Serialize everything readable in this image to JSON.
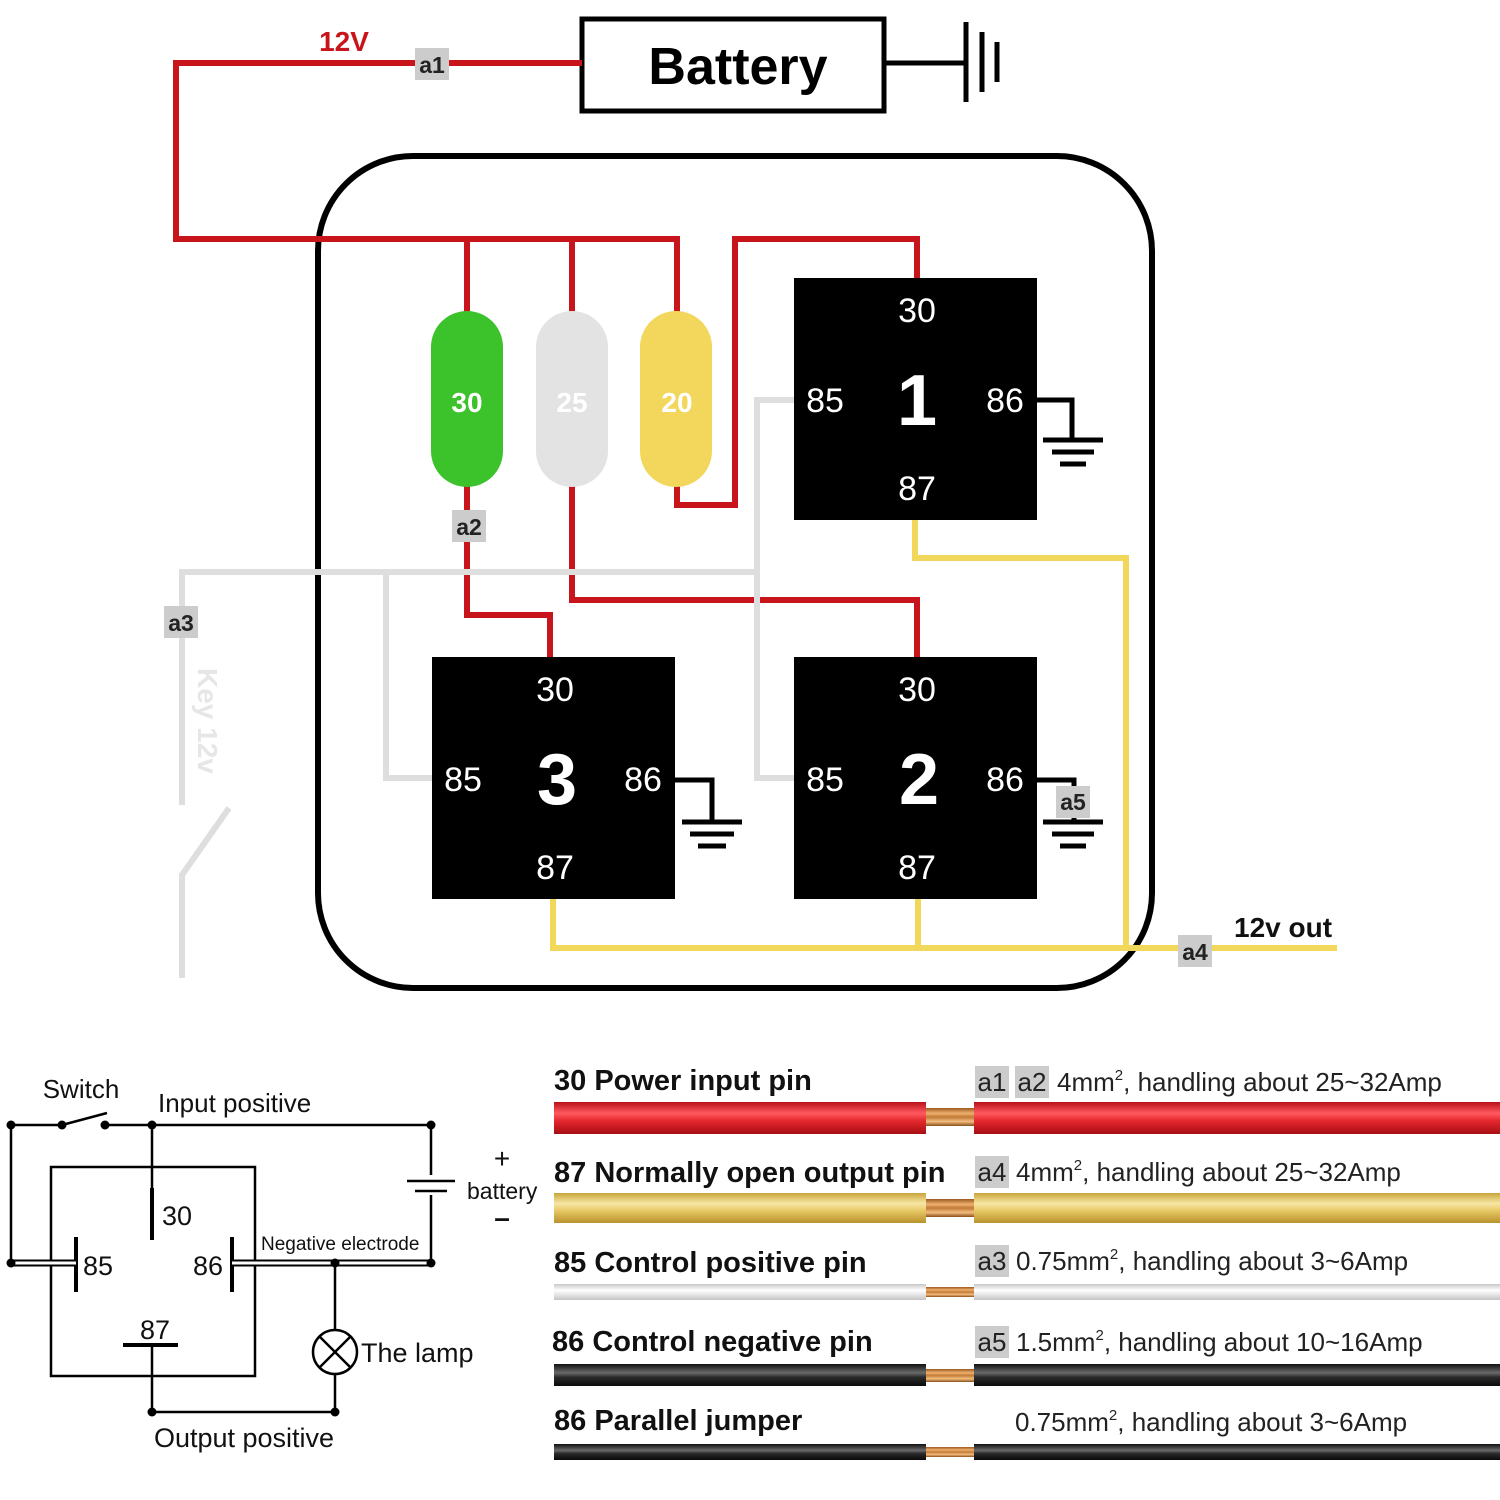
{
  "colors": {
    "power": "#c8141b",
    "output": "#f1d75a",
    "control": "#dedede",
    "negative": "#111111",
    "fuse_green": "#3cc22b",
    "fuse_white": "#e3e3e3",
    "fuse_yellow": "#f2d75c",
    "tag_bg": "#cccccc"
  },
  "battery": {
    "label": "Battery",
    "voltage_label": "12V"
  },
  "tags": {
    "a1": "a1",
    "a2": "a2",
    "a3": "a3",
    "a4": "a4",
    "a5": "a5"
  },
  "fuses": [
    {
      "label": "30",
      "color": "green"
    },
    {
      "label": "25",
      "color": "white"
    },
    {
      "label": "20",
      "color": "yellow"
    }
  ],
  "relays": [
    {
      "number": "1",
      "pin_top": "30",
      "pin_left": "85",
      "pin_right": "86",
      "pin_bottom": "87"
    },
    {
      "number": "2",
      "pin_top": "30",
      "pin_left": "85",
      "pin_right": "86",
      "pin_bottom": "87"
    },
    {
      "number": "3",
      "pin_top": "30",
      "pin_left": "85",
      "pin_right": "86",
      "pin_bottom": "87"
    }
  ],
  "key_label": "Key 12v",
  "output_label": "12v out",
  "schematic": {
    "switch": "Switch",
    "input_positive": "Input positive",
    "pin30": "30",
    "pin85": "85",
    "pin86": "86",
    "pin87": "87",
    "negative_electrode": "Negative electrode",
    "plus": "+",
    "battery": "battery",
    "minus": "–",
    "lamp": "The lamp",
    "output_positive": "Output positive"
  },
  "legend": [
    {
      "title": "30 Power input pin",
      "tags": [
        "a1",
        "a2"
      ],
      "size": "4mm",
      "desc": ", handling about 25~32Amp",
      "color": "red"
    },
    {
      "title": "87 Normally open output pin",
      "tags": [
        "a4"
      ],
      "size": "4mm",
      "desc": ", handling about 25~32Amp",
      "color": "yellow"
    },
    {
      "title": "85 Control positive pin",
      "tags": [
        "a3"
      ],
      "size": "0.75mm",
      "desc": ", handling about 3~6Amp",
      "color": "white"
    },
    {
      "title": "86 Control negative pin",
      "tags": [
        "a5"
      ],
      "size": "1.5mm",
      "desc": ", handling about 10~16Amp",
      "color": "black"
    },
    {
      "title": "86 Parallel jumper",
      "tags": [],
      "size": "0.75mm",
      "desc": ", handling about 3~6Amp",
      "color": "black"
    }
  ],
  "superscript": "2"
}
